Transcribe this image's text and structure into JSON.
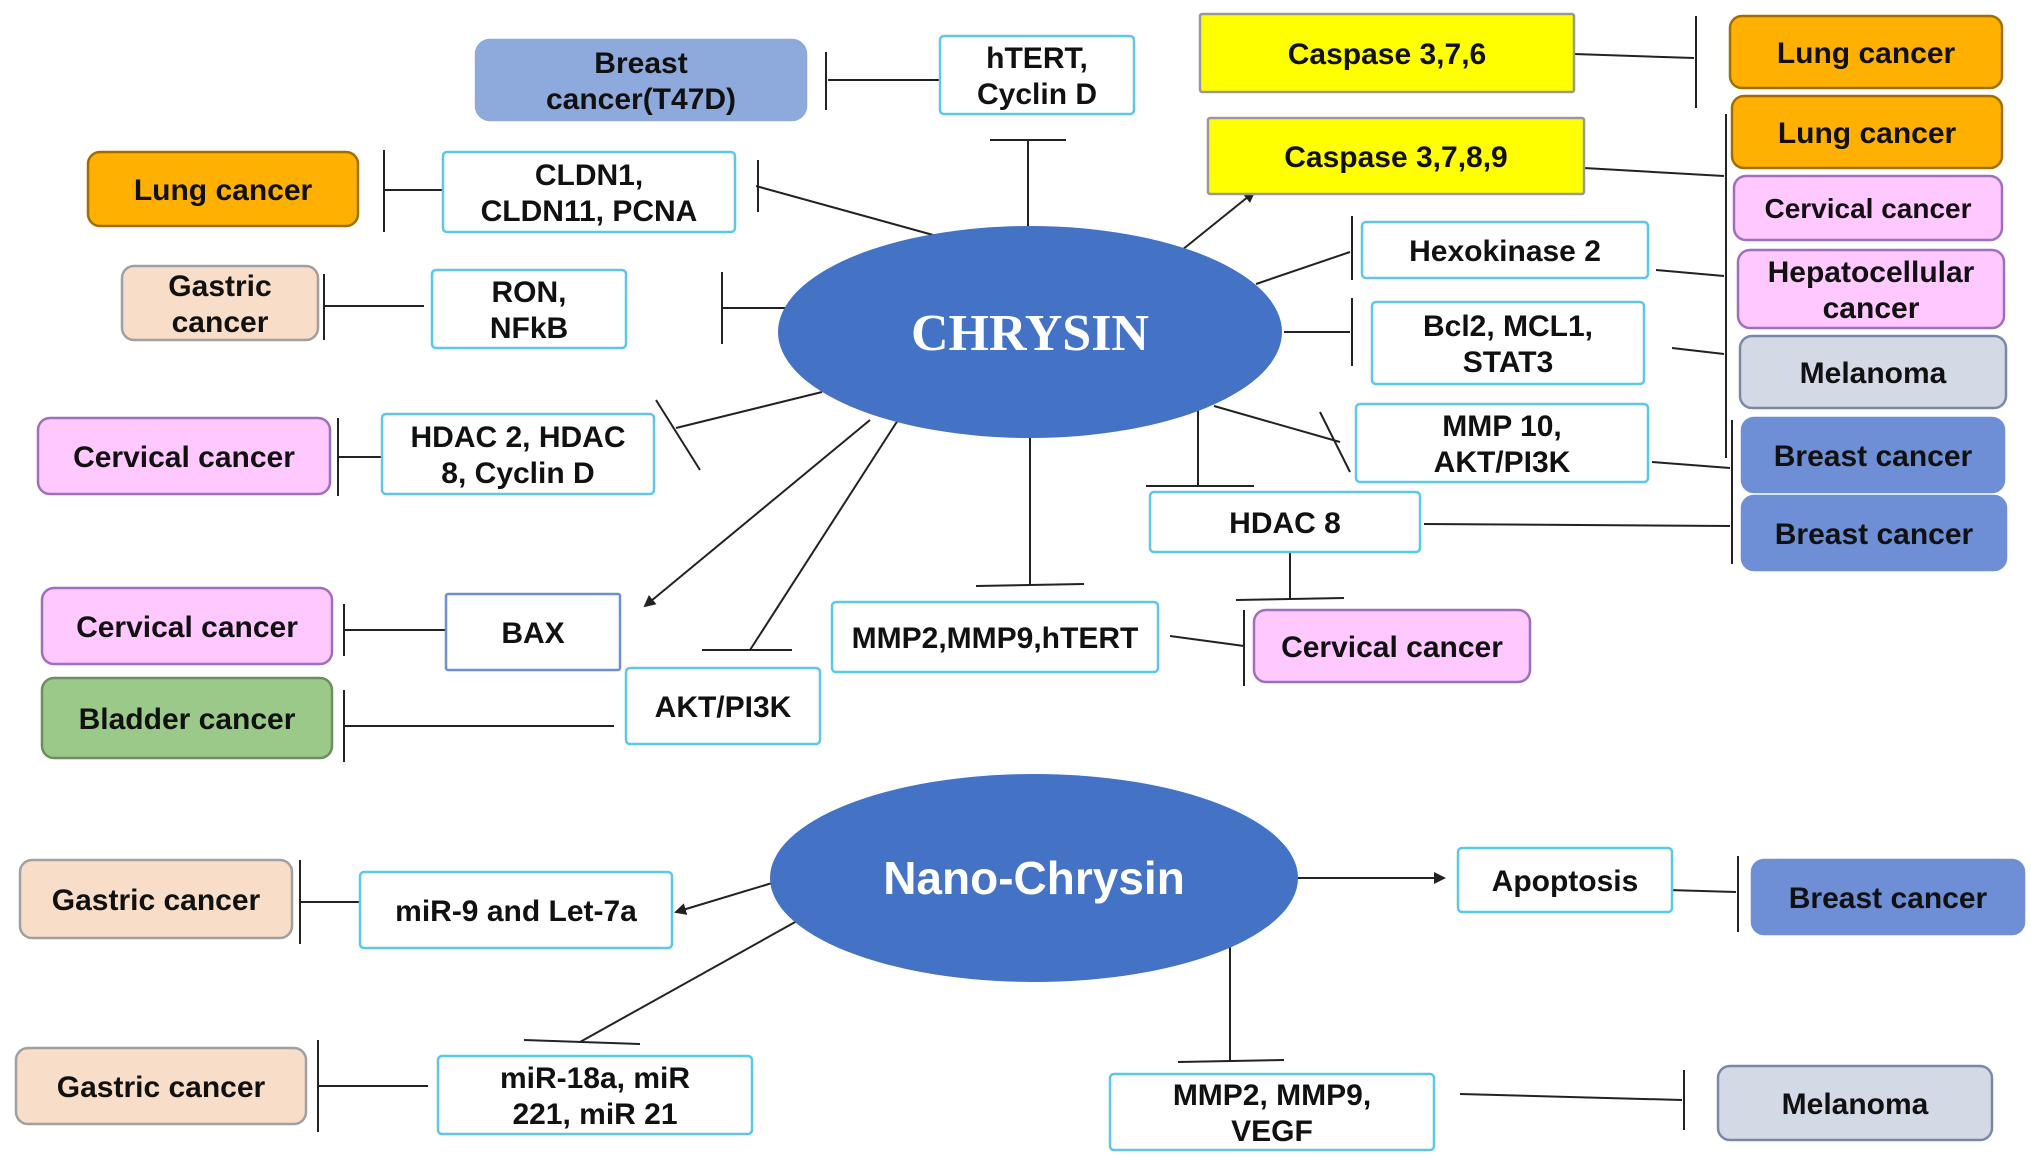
{
  "hubs": {
    "chrysin": {
      "label": "CHRYSIN",
      "color": "#4472C4"
    },
    "nano": {
      "label": "Nano-Chrysin",
      "color": "#4472C4"
    }
  },
  "colors": {
    "lung": "#FFB000",
    "breast_t47d": "#8EA9DB",
    "breast": "#6E8FD6",
    "gastric": "#F8DDC8",
    "cervical": "#FFC8FF",
    "bladder": "#9BC98A",
    "melanoma": "#D4D9E6",
    "caspase": "#FFFF00",
    "target_border": "#5BC8E8",
    "line": "#222222"
  },
  "targets": {
    "htert_cyclin": [
      "hTERT,",
      "Cyclin D"
    ],
    "cldn": [
      "CLDN1,",
      "CLDN11, PCNA"
    ],
    "ron": [
      "RON,",
      "NFkB"
    ],
    "hdac_cyclin": [
      "HDAC 2, HDAC",
      "8, Cyclin D"
    ],
    "bax": [
      "BAX"
    ],
    "akt_left": [
      "AKT/PI3K"
    ],
    "mmp_htert": [
      "MMP2,MMP9,hTERT"
    ],
    "caspase3769": [
      "Caspase 3,7,6"
    ],
    "caspase3789": [
      "Caspase 3,7,8,9"
    ],
    "hexokinase": [
      "Hexokinase 2"
    ],
    "bcl2": [
      "Bcl2, MCL1,",
      "STAT3"
    ],
    "mmp10": [
      "MMP 10,",
      "AKT/PI3K"
    ],
    "hdac8": [
      "HDAC 8"
    ],
    "mir9": [
      "miR-9 and Let-7a"
    ],
    "mir18": [
      "miR-18a, miR",
      "221, miR 21"
    ],
    "apoptosis": [
      "Apoptosis"
    ],
    "mmp_vegf": [
      "MMP2, MMP9,",
      "VEGF"
    ]
  },
  "cancers": {
    "breast_t47d": [
      "Breast",
      "cancer(T47D)"
    ],
    "lung_left": [
      "Lung cancer"
    ],
    "gastric_top": [
      "Gastric",
      "cancer"
    ],
    "cervical_left1": [
      "Cervical cancer"
    ],
    "cervical_left2": [
      "Cervical cancer"
    ],
    "bladder": [
      "Bladder cancer"
    ],
    "cervical_mid": [
      "Cervical cancer"
    ],
    "lung_r1": [
      "Lung cancer"
    ],
    "lung_r2": [
      "Lung cancer"
    ],
    "cervical_r": [
      "Cervical cancer"
    ],
    "hepato": [
      "Hepatocellular",
      "cancer"
    ],
    "melanoma_r": [
      "Melanoma"
    ],
    "breast_r1": [
      "Breast cancer"
    ],
    "breast_r2": [
      "Breast cancer"
    ],
    "gastric_b1": [
      "Gastric cancer"
    ],
    "gastric_b2": [
      "Gastric cancer"
    ],
    "breast_b": [
      "Breast cancer"
    ],
    "melanoma_b": [
      "Melanoma"
    ]
  }
}
